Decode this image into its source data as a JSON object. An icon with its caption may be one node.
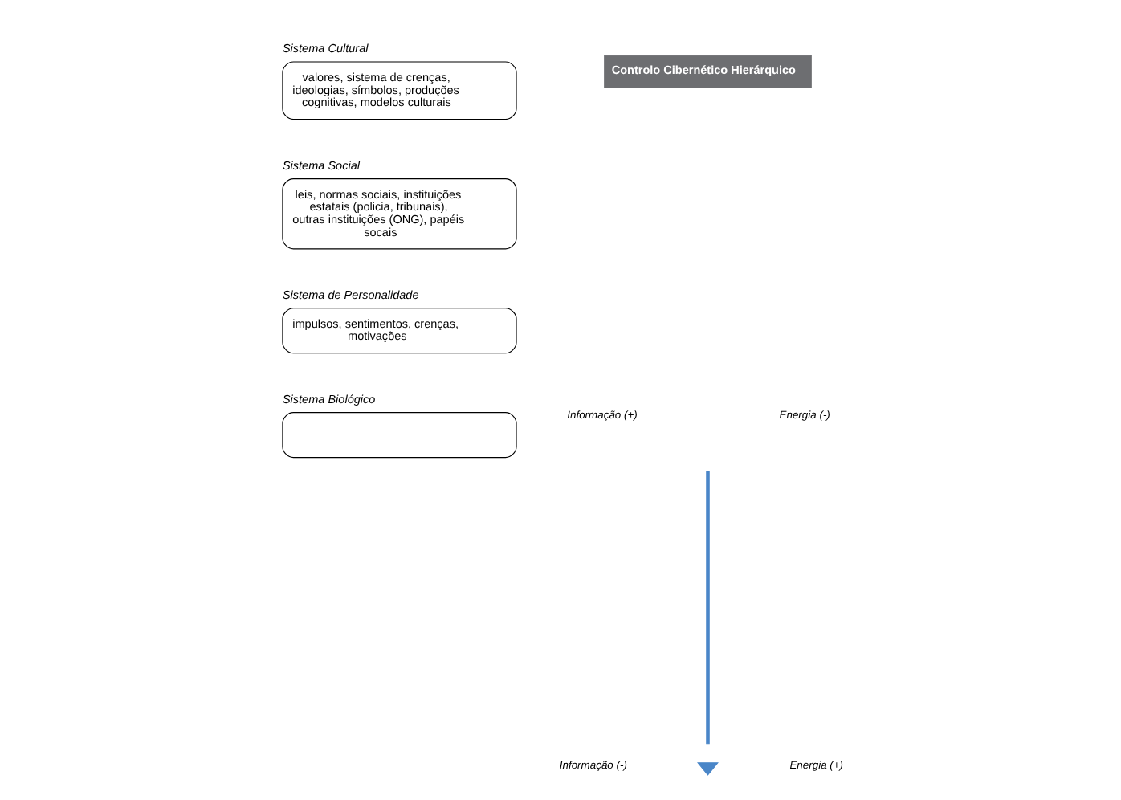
{
  "diagram": {
    "nodes": [
      {
        "text": [
          "Sistema Cultural",
          "valores, sistema de crenças, ideologias, símbolos, produções cognitivas, modelos culturais"
        ]
      },
      {
        "text": [
          "Sistema Social",
          "leis, normas sociais, instituições estatais (policia, tribunais), outras instituições (ONG), papéis socais"
        ]
      },
      {
        "text": [
          "Sistema de Personalidade",
          "impulsos, sentimentos, crenças, motivações"
        ]
      },
      {
        "text": [
          "Sistema Biológico"
        ]
      },
      {
        "text": [
          "Controlo Cibernético Hierárquico"
        ]
      }
    ],
    "labels": [
      "Informação (+)",
      "Energia (-)",
      "Informação (-)",
      "Energia (+)"
    ]
  }
}
